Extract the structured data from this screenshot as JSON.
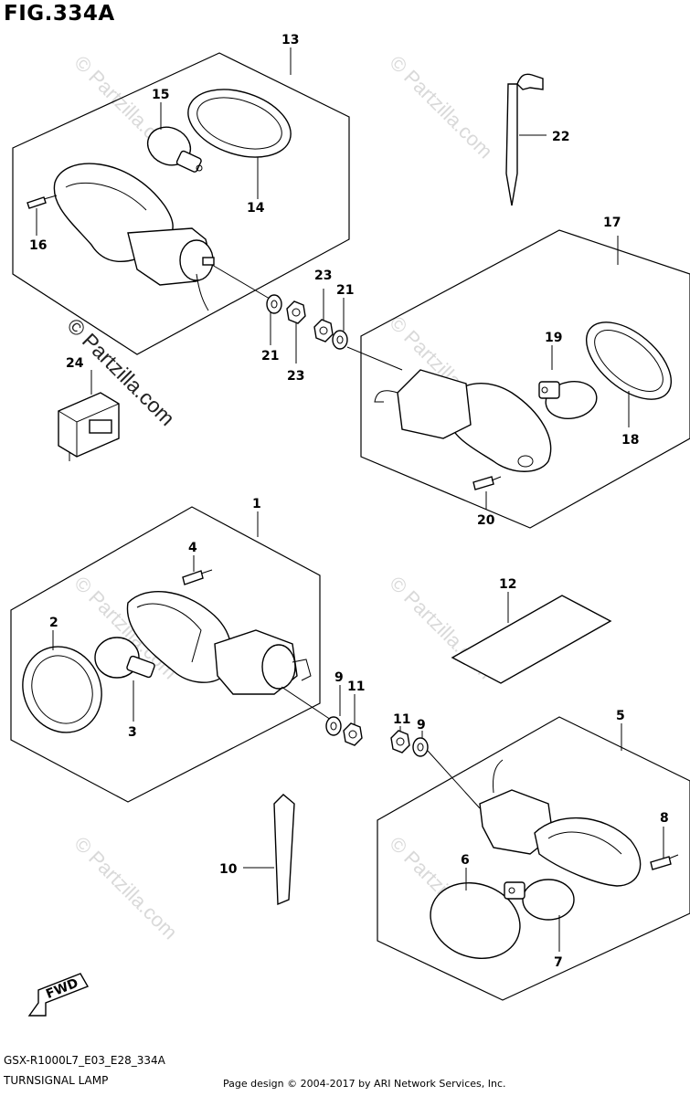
{
  "figure": {
    "title": "FIG.334A",
    "code": "GSX-R1000L7_E03_E28_334A",
    "subtitle": "TURNSIGNAL LAMP",
    "copyright": "Page design © 2004-2017 by ARI Network Services, Inc."
  },
  "watermark": {
    "text": "© Partzilla.com",
    "prominent_text": "© Partzilla.com"
  },
  "fwd_arrow_label": "FWD",
  "callouts": {
    "c1": "1",
    "c2": "2",
    "c3": "3",
    "c4": "4",
    "c5": "5",
    "c6": "6",
    "c7": "7",
    "c8": "8",
    "c9a": "9",
    "c9b": "9",
    "c10": "10",
    "c11a": "11",
    "c11b": "11",
    "c12": "12",
    "c13": "13",
    "c14": "14",
    "c15": "15",
    "c16": "16",
    "c17": "17",
    "c18": "18",
    "c19": "19",
    "c20": "20",
    "c21a": "21",
    "c21b": "21",
    "c22": "22",
    "c23a": "23",
    "c23b": "23",
    "c24": "24"
  }
}
